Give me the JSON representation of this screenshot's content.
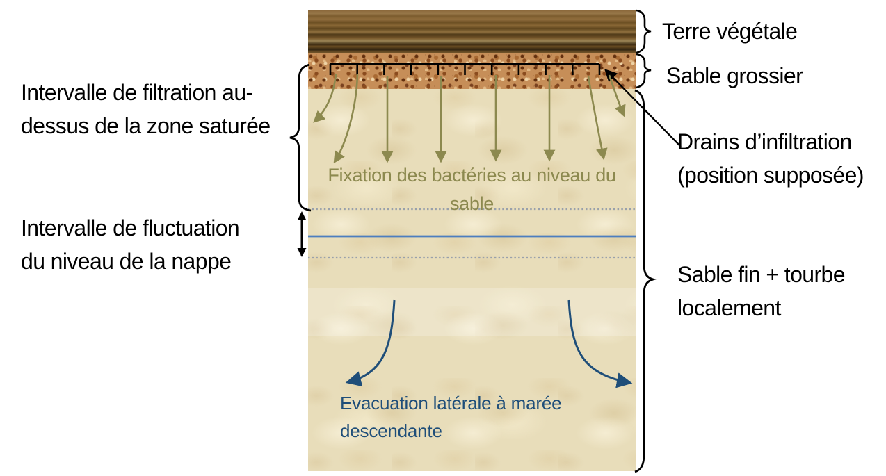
{
  "colors": {
    "black": "#000000",
    "olive_arrow": "#8c894f",
    "dark_blue": "#1f4e79",
    "water_line_blue": "#4d7ebf",
    "dotted_gray": "#98a0ab",
    "topsoil_brown": "#6b4e22",
    "coarse_sand": "#c68e58",
    "fine_sand": "#e8ddba"
  },
  "labels": {
    "terre_vegetale": "Terre végétale",
    "sable_grossier": "Sable grossier",
    "drains_line1": "Drains d’infiltration",
    "drains_line2": "(position supposée)",
    "sable_fin_line1": "Sable fin + tourbe",
    "sable_fin_line2": "localement",
    "filtration_line1": "Intervalle de filtration au-",
    "filtration_line2": "dessus de la zone saturée",
    "fluctuation_line1": "Intervalle de fluctuation",
    "fluctuation_line2": "du niveau de la nappe",
    "bacteries_line1": "Fixation des bactéries au niveau du",
    "bacteries_line2": "sable",
    "evacuation_line1": "Evacuation latérale à marée",
    "evacuation_line2": "descendante"
  },
  "layers": [
    {
      "name": "terre-vegetale",
      "label": "Terre végétale"
    },
    {
      "name": "sable-grossier",
      "label": "Sable grossier"
    },
    {
      "name": "sable-fin-tourbe",
      "label": "Sable fin + tourbe localement"
    }
  ]
}
